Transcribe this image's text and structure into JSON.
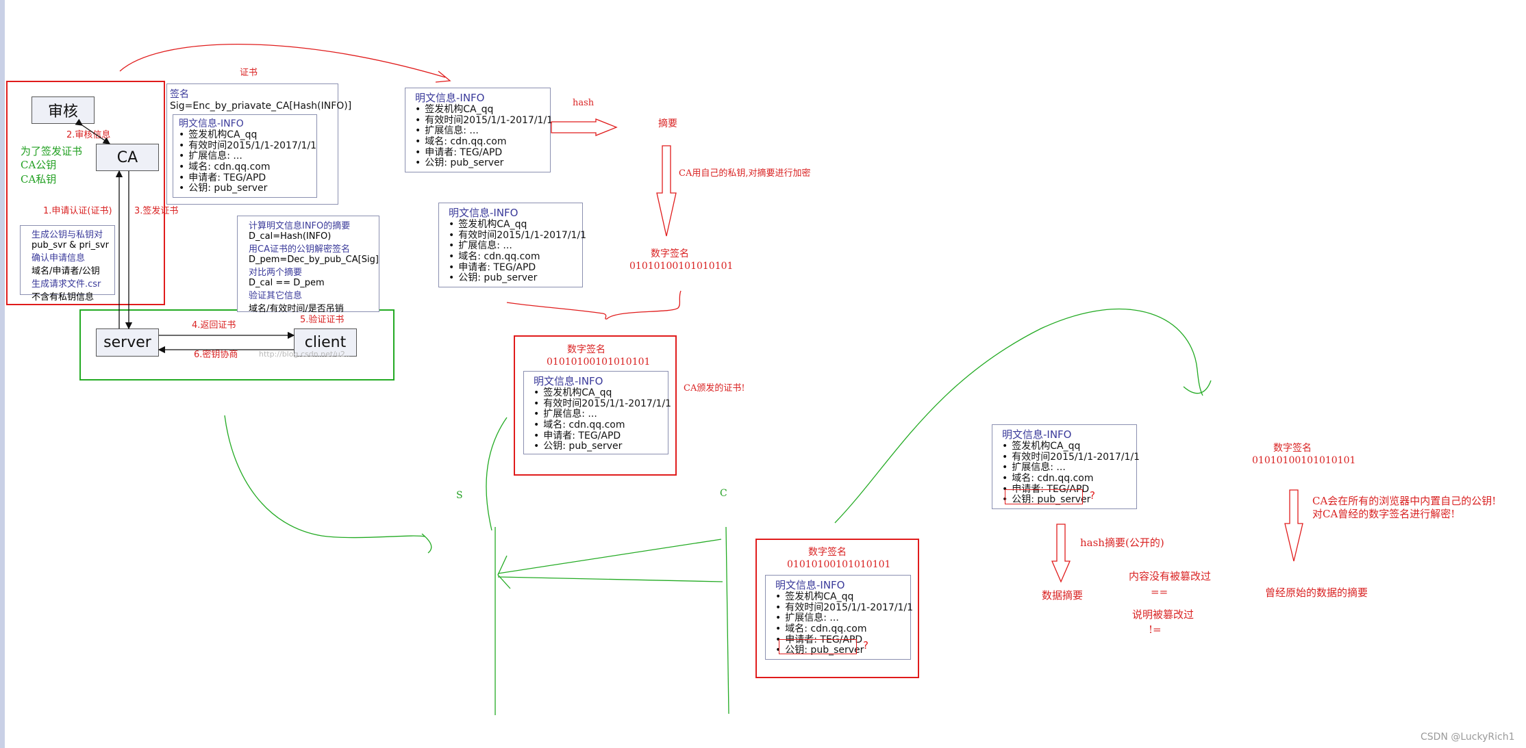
{
  "colors": {
    "red": "#d92222",
    "green": "#22aa22",
    "purple": "#3a3a9a",
    "box_border": "#8a8fb0"
  },
  "left_panel": {
    "audit_node": "审核",
    "ca_node": "CA",
    "server_node": "server",
    "client_node": "client",
    "step2": "2.审核信息",
    "step1": "1.申请认证(证书)",
    "step3": "3.签发证书",
    "step4": "4.返回证书",
    "step5": "5.验证证书",
    "step6": "6.密钥协商",
    "ca_purpose": [
      "为了签发证书",
      "CA公钥",
      "CA私钥"
    ],
    "apply_steps": [
      {
        "title": "生成公钥与私钥对",
        "detail": "pub_svr & pri_svr"
      },
      {
        "title": "确认申请信息",
        "detail": "域名/申请者/公钥"
      },
      {
        "title": "生成请求文件.csr",
        "detail": "不含有私钥信息"
      }
    ],
    "cert_label": "证书",
    "signature_title": "签名",
    "signature_formula": "Sig=Enc_by_priavate_CA[Hash(INFO)]",
    "verify_steps": [
      {
        "title": "计算明文信息INFO的摘要",
        "detail": "D_cal=Hash(INFO)"
      },
      {
        "title": "用CA证书的公钥解密签名",
        "detail": "D_pem=Dec_by_pub_CA[Sig]"
      },
      {
        "title": "对比两个摘要",
        "detail": "D_cal == D_pem"
      },
      {
        "title": "验证其它信息",
        "detail": "域名/有效时间/是否吊销"
      }
    ],
    "watermark": "http://blog.csdn.net/u2.."
  },
  "info_block": {
    "title": "明文信息-INFO",
    "items": [
      "签发机构CA_qq",
      "有效时间2015/1/1-2017/1/1",
      "扩展信息: ...",
      "域名: cdn.qq.com",
      "申请者: TEG/APD",
      "公钥: pub_server"
    ]
  },
  "annotations": {
    "hash": "hash",
    "digest": "摘要",
    "encrypt_note": "CA用自己的私钥,对摘要进行加密",
    "digital_signature": "数字签名",
    "signature_bits": "01010100101010101",
    "issued_cert": "CA颁发的证书!",
    "s_label": "S",
    "c_label": "C",
    "question_mark": "?",
    "hash_public": "hash摘要(公开的)",
    "data_digest": "数据摘要",
    "not_tampered": "内容没有被篡改过",
    "equals": "==",
    "tampered": "说明被篡改过",
    "not_equals": "!=",
    "original_digest": "曾经原始的数据的摘要",
    "browser_note_1": "CA会在所有的浏览器中内置自己的公钥!",
    "browser_note_2": "对CA曾经的数字签名进行解密!"
  },
  "footer": {
    "credit": "CSDN @LuckyRich1"
  }
}
